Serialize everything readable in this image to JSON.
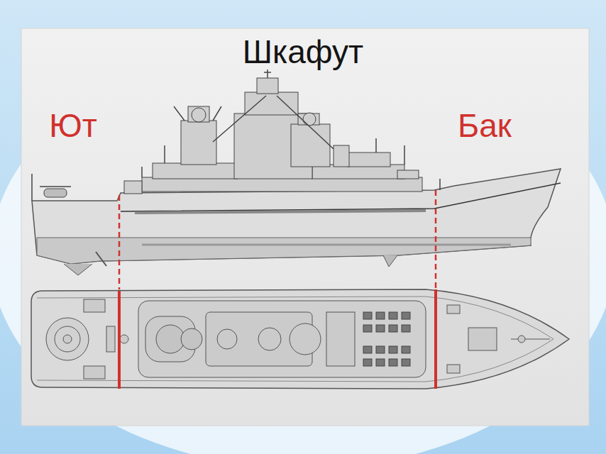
{
  "diagram": {
    "labels": [
      "Шкафут",
      "Ют",
      "Бак"
    ]
  }
}
